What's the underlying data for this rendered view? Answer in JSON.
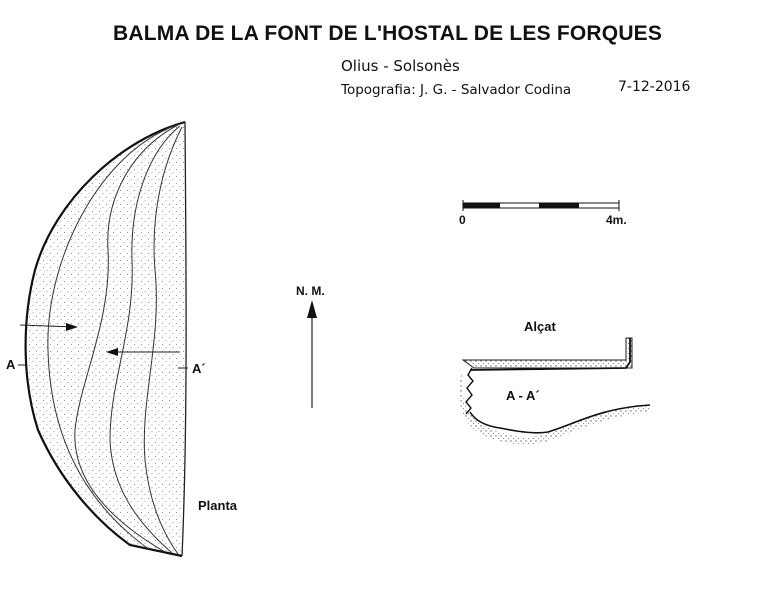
{
  "header": {
    "title": "BALMA DE LA FONT DE L'HOSTAL DE LES FORQUES",
    "location": "Olius  -  Solsonès",
    "credit": "Topografia: J. G. - Salvador Codina",
    "date": "7-12-2016"
  },
  "plan": {
    "label": "Planta",
    "section_start": "A",
    "section_end": "A´"
  },
  "north": {
    "label": "N. M."
  },
  "scale_bar": {
    "start_label": "0",
    "end_label": "4m."
  },
  "elevation": {
    "label": "Alçat",
    "section_label": "A - A´"
  }
}
